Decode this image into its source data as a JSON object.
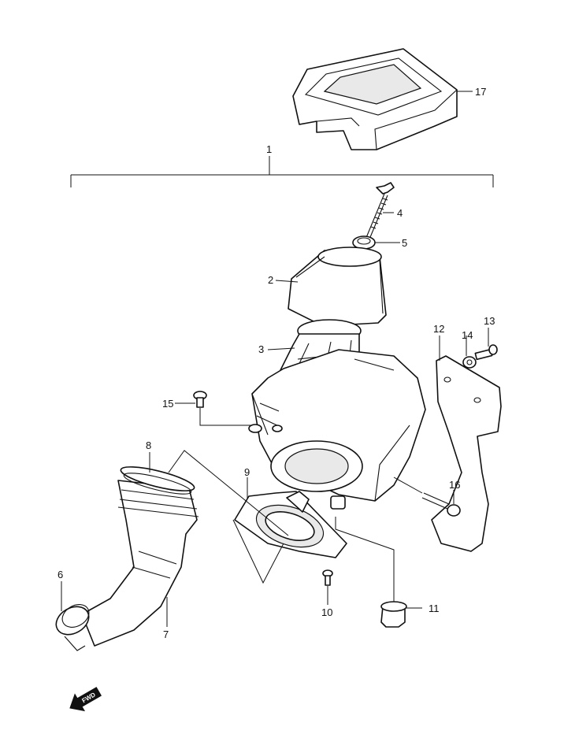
{
  "diagram": {
    "callouts": {
      "p1": "1",
      "p2": "2",
      "p3": "3",
      "p4": "4",
      "p5": "5",
      "p6": "6",
      "p7": "7",
      "p8": "8",
      "p9": "9",
      "p10": "10",
      "p11": "11",
      "p12": "12",
      "p13": "13",
      "p14": "14",
      "p15": "15",
      "p16": "16",
      "p17": "17"
    },
    "direction_mark": "FWD"
  }
}
